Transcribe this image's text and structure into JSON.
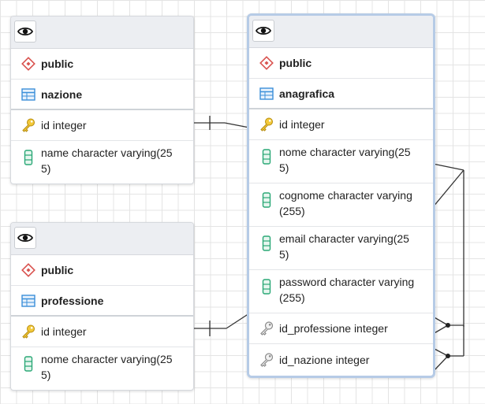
{
  "nodes": {
    "nazione": {
      "schema": "public",
      "table": "nazione",
      "columns": [
        "id integer",
        "name character varying(25\n5)"
      ]
    },
    "professione": {
      "schema": "public",
      "table": "professione",
      "columns": [
        "id integer",
        "nome character varying(25\n5)"
      ]
    },
    "anagrafica": {
      "schema": "public",
      "table": "anagrafica",
      "columns": [
        "id integer",
        "nome character varying(25\n5)",
        "cognome character varying\n(255)",
        "email character varying(25\n5)",
        "password character varying\n(255)",
        "id_professione integer",
        "id_nazione integer"
      ]
    }
  },
  "icons": {
    "view": "eye-icon",
    "schema": "schema-diamond-icon",
    "table": "table-grid-icon",
    "primary_key": "key-icon",
    "foreign_key": "key-outline-icon",
    "column": "column-icon"
  },
  "colors": {
    "schema_icon": "#d9534f",
    "table_icon": "#3b8fd9",
    "key_icon": "#e0b325",
    "column_icon": "#2aa876",
    "fk_icon": "#9a9a9a",
    "selected_border": "#b6cbe6"
  }
}
